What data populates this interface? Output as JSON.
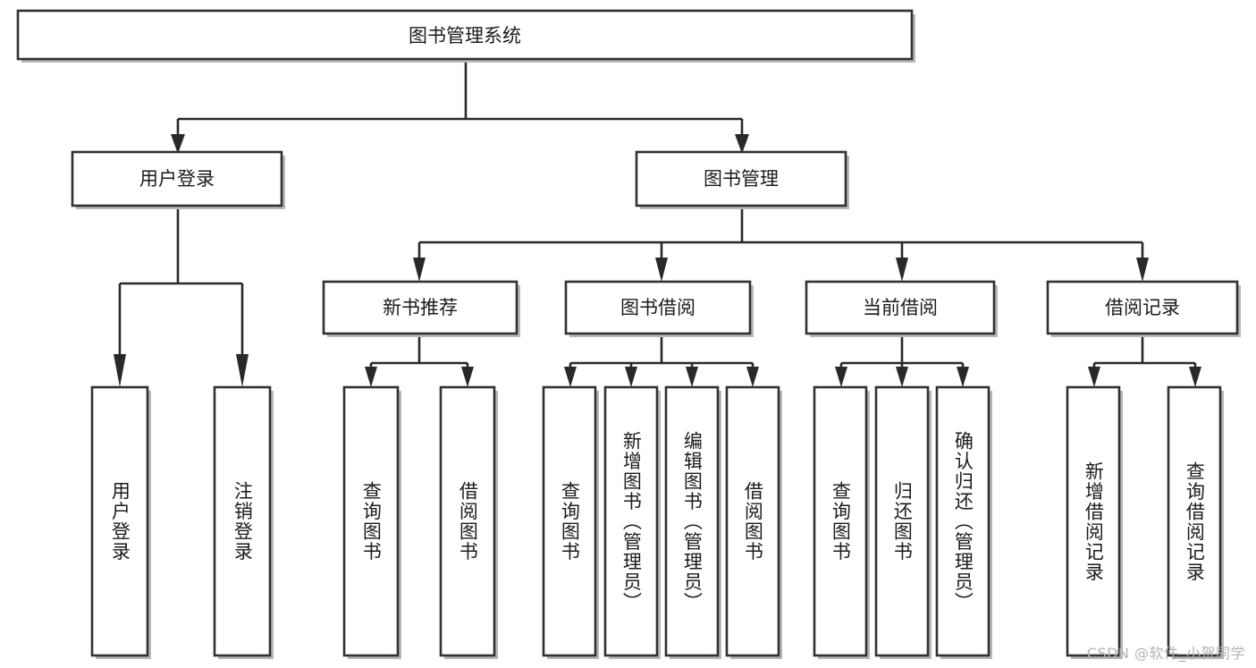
{
  "diagram": {
    "title": "图书管理系统",
    "watermark": "CSDN @软件_小贺同学",
    "type": "tree-hierarchy",
    "colors": {
      "box_fill": "#ffffff",
      "box_stroke": "#33302e",
      "text": "#1d1b1a",
      "watermark": "#b3b3b3",
      "shadow": "#b9b7b5"
    },
    "root": {
      "id": "root",
      "label": "图书管理系统",
      "orientation": "horizontal"
    },
    "level2": [
      {
        "id": "user-login",
        "label": "用户登录",
        "orientation": "horizontal"
      },
      {
        "id": "book-manage",
        "label": "图书管理",
        "orientation": "horizontal"
      }
    ],
    "level3": [
      {
        "id": "new-book-recommend",
        "label": "新书推荐",
        "orientation": "horizontal",
        "parent": "book-manage"
      },
      {
        "id": "book-borrow",
        "label": "图书借阅",
        "orientation": "horizontal",
        "parent": "book-manage"
      },
      {
        "id": "current-borrow",
        "label": "当前借阅",
        "orientation": "horizontal",
        "parent": "book-manage"
      },
      {
        "id": "borrow-record",
        "label": "借阅记录",
        "orientation": "horizontal",
        "parent": "book-manage"
      }
    ],
    "leaves": [
      {
        "id": "leaf-user-login",
        "label": "用户登录",
        "orientation": "vertical",
        "parent": "user-login"
      },
      {
        "id": "leaf-logout-login",
        "label": "注销登录",
        "orientation": "vertical",
        "parent": "user-login"
      },
      {
        "id": "leaf-query-book-1",
        "label": "查询图书",
        "orientation": "vertical",
        "parent": "new-book-recommend"
      },
      {
        "id": "leaf-borrow-book-1",
        "label": "借阅图书",
        "orientation": "vertical",
        "parent": "new-book-recommend"
      },
      {
        "id": "leaf-query-book-2",
        "label": "查询图书",
        "orientation": "vertical",
        "parent": "book-borrow"
      },
      {
        "id": "leaf-add-book",
        "label": "新增图书（管理员）",
        "orientation": "vertical",
        "parent": "book-borrow"
      },
      {
        "id": "leaf-edit-book",
        "label": "编辑图书（管理员）",
        "orientation": "vertical",
        "parent": "book-borrow"
      },
      {
        "id": "leaf-borrow-book-2",
        "label": "借阅图书",
        "orientation": "vertical",
        "parent": "book-borrow"
      },
      {
        "id": "leaf-query-book-3",
        "label": "查询图书",
        "orientation": "vertical",
        "parent": "current-borrow"
      },
      {
        "id": "leaf-return-book",
        "label": "归还图书",
        "orientation": "vertical",
        "parent": "current-borrow"
      },
      {
        "id": "leaf-confirm-return",
        "label": "确认归还（管理员）",
        "orientation": "vertical",
        "parent": "current-borrow"
      },
      {
        "id": "leaf-add-record",
        "label": "新增借阅记录",
        "orientation": "vertical",
        "parent": "borrow-record"
      },
      {
        "id": "leaf-query-record",
        "label": "查询借阅记录",
        "orientation": "vertical",
        "parent": "borrow-record"
      }
    ]
  }
}
